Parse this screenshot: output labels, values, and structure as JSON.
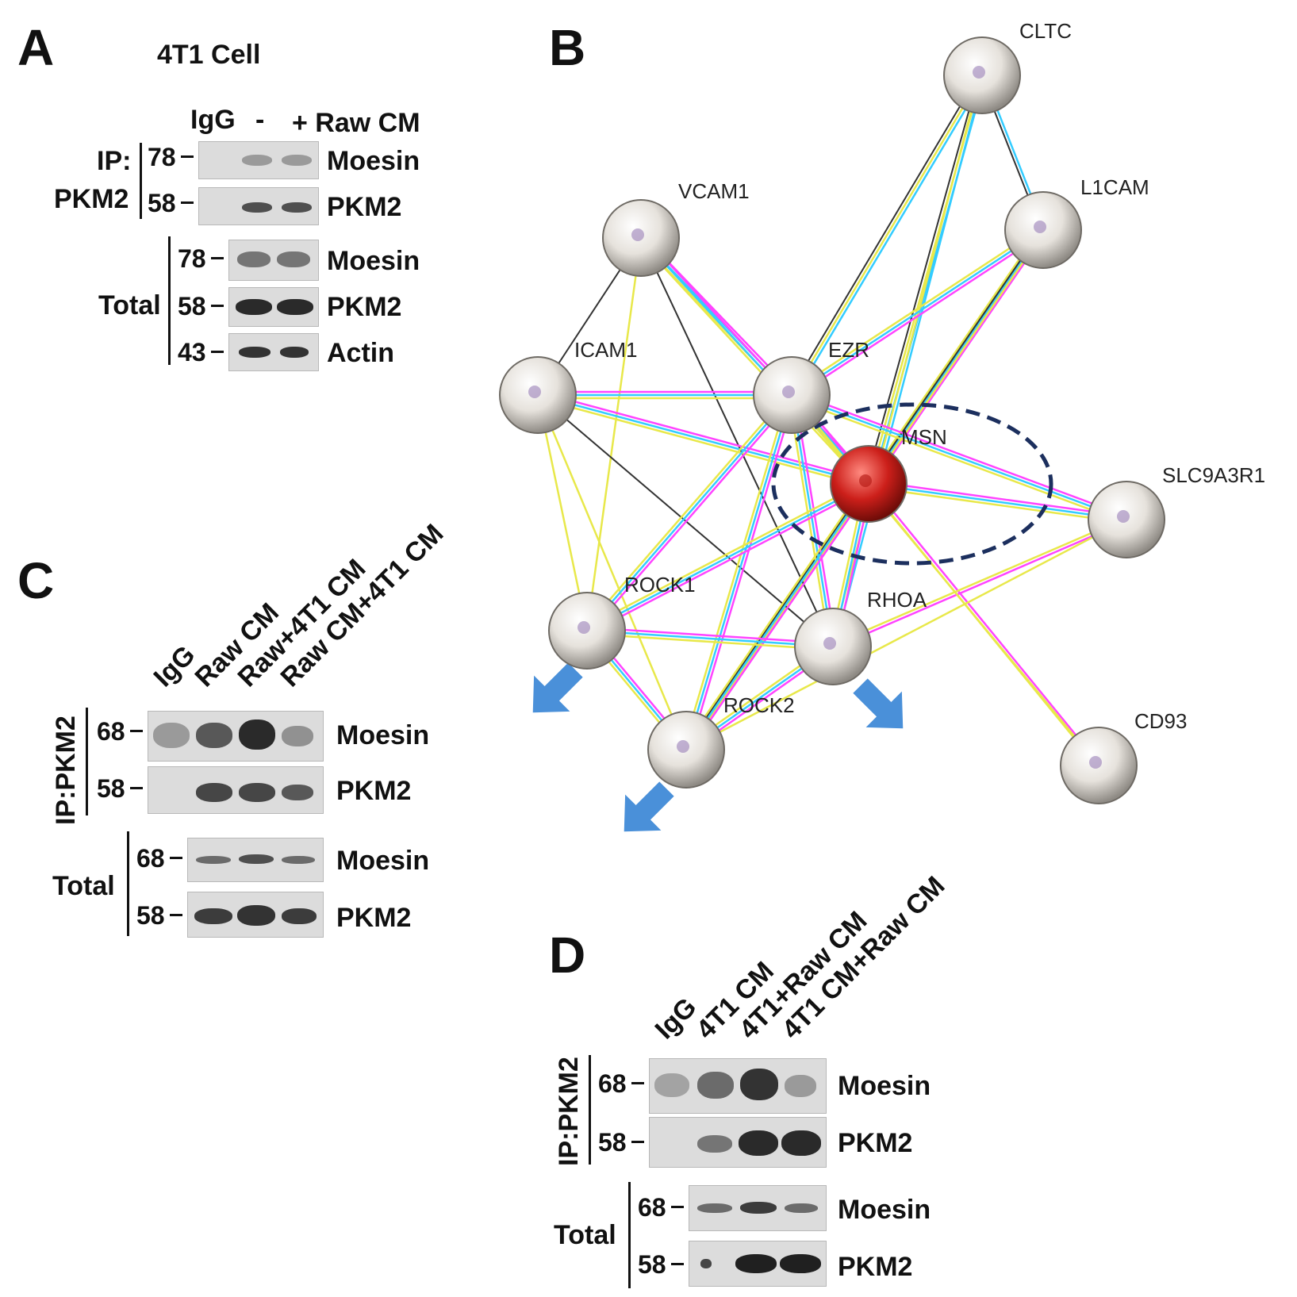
{
  "panelA": {
    "letter": "A",
    "title": "4T1 Cell",
    "lanes": [
      "IgG",
      "-",
      "+ Raw CM"
    ],
    "ip_label_1": "IP:",
    "ip_label_2": "PKM2",
    "total_label": "Total",
    "ip_rows": [
      {
        "mw": "78",
        "name": "Moesin"
      },
      {
        "mw": "58",
        "name": "PKM2"
      }
    ],
    "total_rows": [
      {
        "mw": "78",
        "name": "Moesin"
      },
      {
        "mw": "58",
        "name": "PKM2"
      },
      {
        "mw": "43",
        "name": "Actin"
      }
    ]
  },
  "panelB": {
    "letter": "B",
    "nodes": [
      "CLTC",
      "VCAM1",
      "L1CAM",
      "ICAM1",
      "EZR",
      "MSN",
      "SLC9A3R1",
      "ROCK1",
      "RHOA",
      "ROCK2",
      "CD93"
    ],
    "highlight_color": "#cc1f1a",
    "node_color": "#e6e2dc",
    "arrow_color": "#4a90d9",
    "edge_colors": [
      "#ff44ff",
      "#33ccff",
      "#e8e84a",
      "#333333"
    ]
  },
  "panelC": {
    "letter": "C",
    "lanes": [
      "IgG",
      "Raw CM",
      "Raw+4T1 CM",
      "Raw CM+4T1 CM"
    ],
    "ip_label": "IP:PKM2",
    "total_label": "Total",
    "ip_rows": [
      {
        "mw": "68",
        "name": "Moesin"
      },
      {
        "mw": "58",
        "name": "PKM2"
      }
    ],
    "total_rows": [
      {
        "mw": "68",
        "name": "Moesin"
      },
      {
        "mw": "58",
        "name": "PKM2"
      }
    ]
  },
  "panelD": {
    "letter": "D",
    "lanes": [
      "IgG",
      "4T1 CM",
      "4T1+Raw CM",
      "4T1 CM+Raw CM"
    ],
    "ip_label": "IP:PKM2",
    "total_label": "Total",
    "ip_rows": [
      {
        "mw": "68",
        "name": "Moesin"
      },
      {
        "mw": "58",
        "name": "PKM2"
      }
    ],
    "total_rows": [
      {
        "mw": "68",
        "name": "Moesin"
      },
      {
        "mw": "58",
        "name": "PKM2"
      }
    ]
  }
}
